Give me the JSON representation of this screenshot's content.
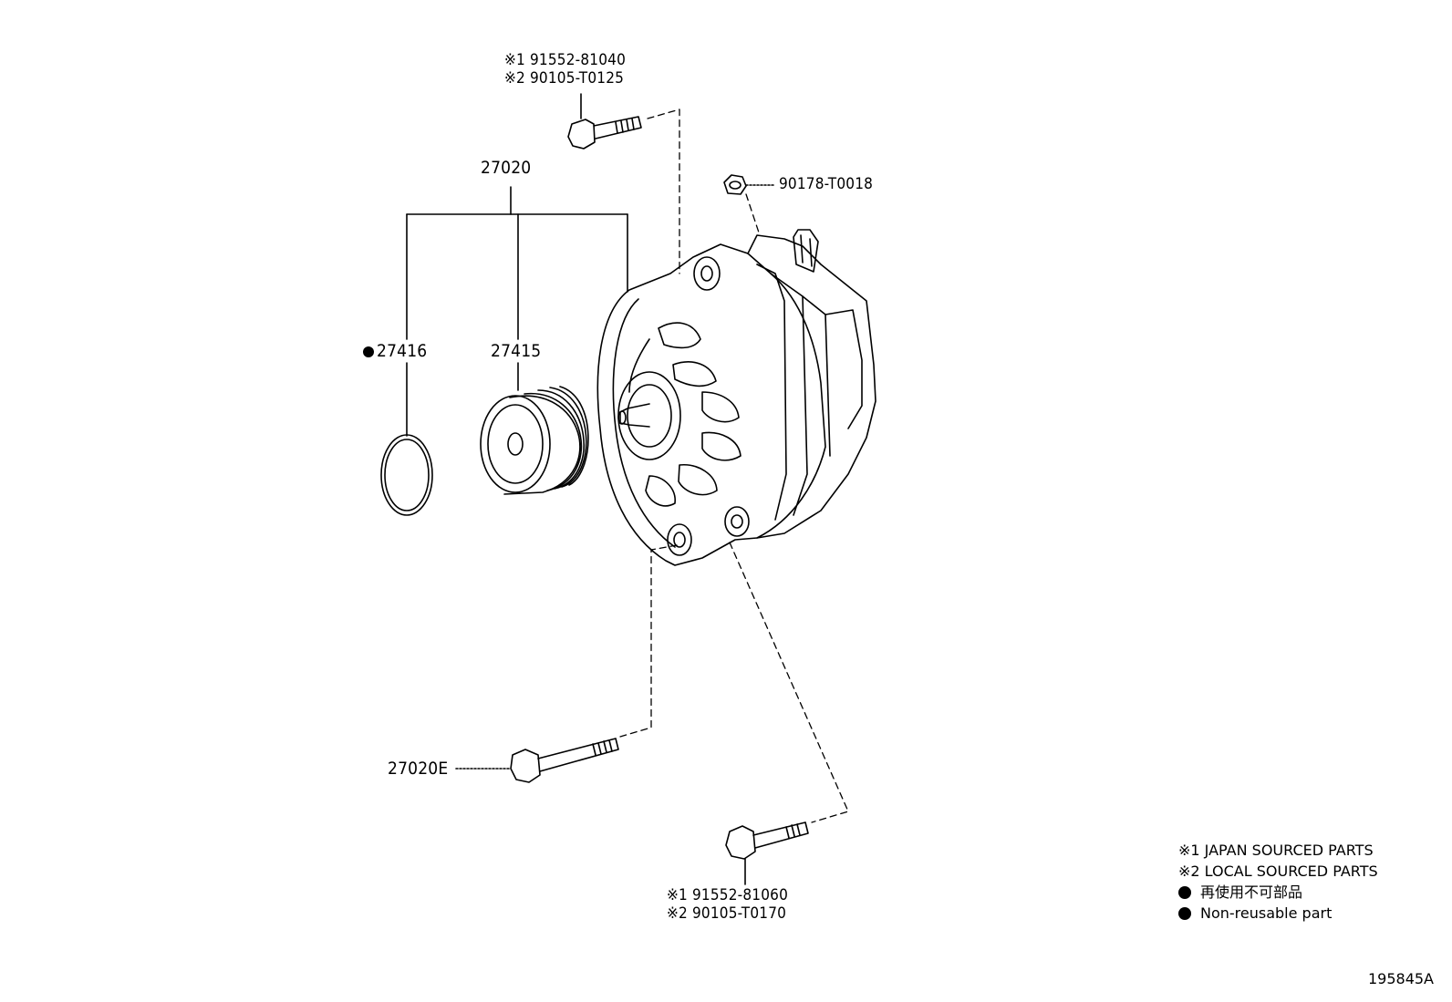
{
  "parts": {
    "top_bolt": {
      "ref1": "※1 91552-81040",
      "ref2": "※2 90105-T0125"
    },
    "nut": "90178-T0018",
    "assembly": "27020",
    "gasket": "27416",
    "pulley": "27415",
    "long_bolt": "27020E",
    "bottom_bolt": {
      "ref1": "※1 91552-81060",
      "ref2": "※2 90105-T0170"
    }
  },
  "legend": {
    "line1": "※1 JAPAN SOURCED PARTS",
    "line2": "※2 LOCAL SOURCED PARTS",
    "line3": "再使用不可部品",
    "line4": "Non-reusable part"
  },
  "figure_code": "195845A"
}
